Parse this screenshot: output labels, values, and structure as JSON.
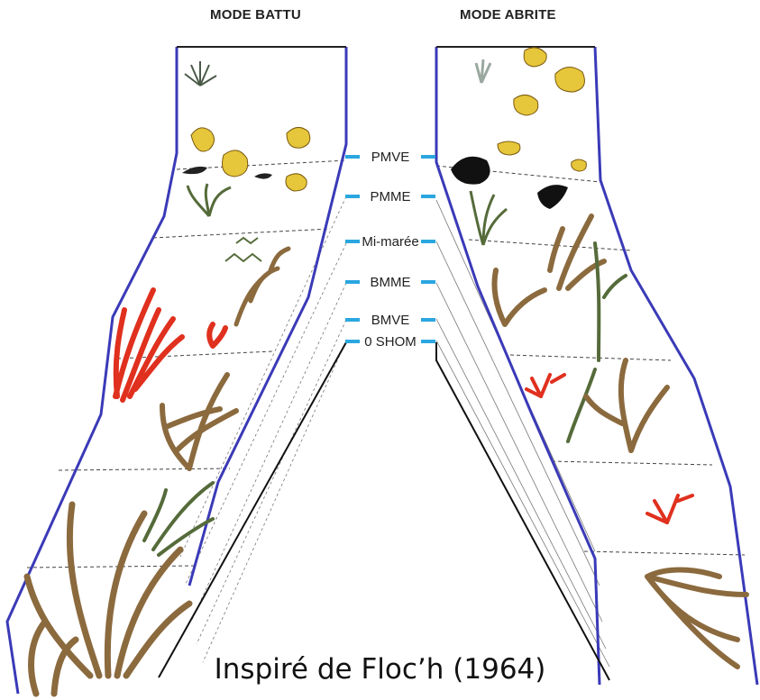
{
  "titles": {
    "left": "MODE BATTU",
    "right": "MODE ABRITE"
  },
  "tide_levels": [
    "PMVE",
    "PMME",
    "Mi-marée",
    "BMME",
    "BMVE",
    "0 SHOM"
  ],
  "credit": "Inspiré de Floc’h (1964)",
  "colors": {
    "outline": "#3a3ab8",
    "tide_tick": "#2aa6e0",
    "seaweed_brown": "#8b6a3e",
    "seaweed_olive": "#556b3a",
    "seaweed_red": "#e0301e",
    "lichen_yellow": "#e6c63a",
    "lichen_black": "#111111"
  }
}
